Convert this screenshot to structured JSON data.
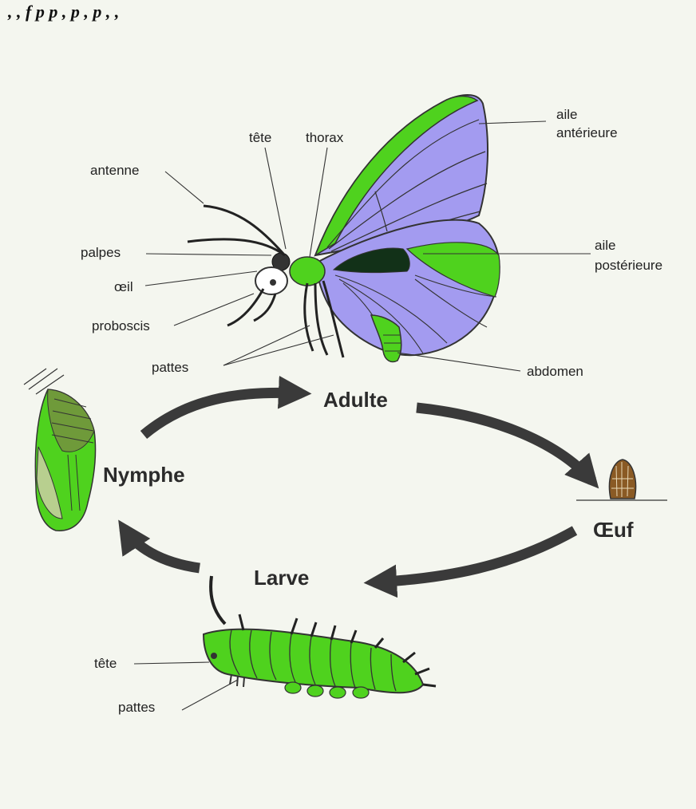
{
  "header_fragment": ", , f p p , p , p , ,",
  "colors": {
    "background": "#f4f6ef",
    "wing_fill": "#a39bf0",
    "green": "#4fd21e",
    "dark_spot": "#123118",
    "arrow": "#3a3a3a",
    "egg": "#8a5a24"
  },
  "labels": {
    "tete": "tête",
    "thorax": "thorax",
    "antenne": "antenne",
    "aile_anterieure_1": "aile",
    "aile_anterieure_2": "antérieure",
    "palpes": "palpes",
    "aile_posterieure_1": "aile",
    "aile_posterieure_2": "postérieure",
    "oeil": "œil",
    "proboscis": "proboscis",
    "pattes": "pattes",
    "abdomen": "abdomen"
  },
  "stages": {
    "adulte": "Adulte",
    "nymphe": "Nymphe",
    "oeuf": "Œuf",
    "larve": "Larve"
  },
  "larva_labels": {
    "tete": "tête",
    "pattes": "pattes"
  }
}
